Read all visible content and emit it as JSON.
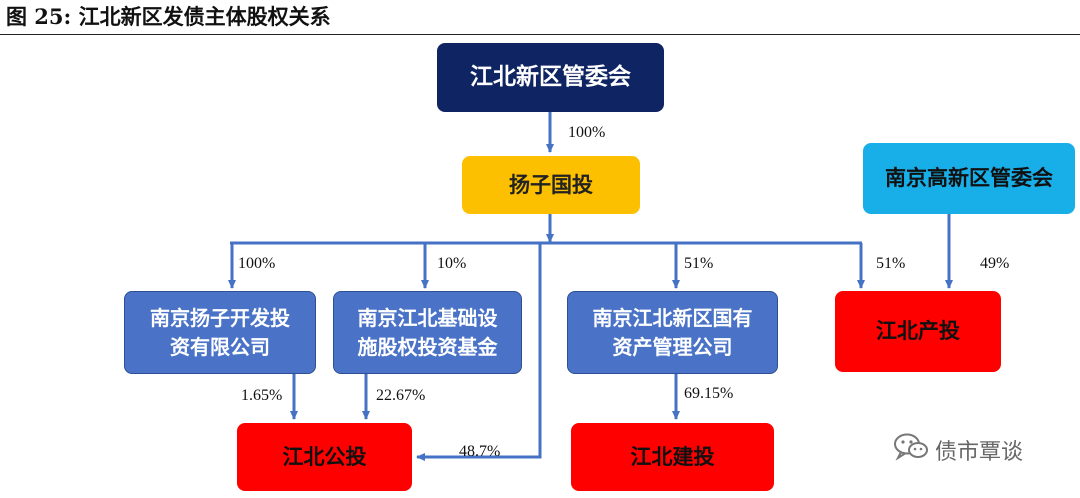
{
  "figure": {
    "title": "图 25:  江北新区发债主体股权关系"
  },
  "nodes": {
    "jbxq_gwh": "江北新区管委会",
    "yzgt": "扬子国投",
    "njgx_gwh": "南京高新区管委会",
    "yzkf_l1": "南京扬子开发投",
    "yzkf_l2": "资有限公司",
    "jbjc_l1": "南京江北基础设",
    "jbjc_l2": "施股权投资基金",
    "jbgy_l1": "南京江北新区国有",
    "jbgy_l2": "资产管理公司",
    "jbct": "江北产投",
    "jbgt": "江北公投",
    "jbjt": "江北建投"
  },
  "edges": {
    "gwh_to_yzgt": "100%",
    "yzgt_to_yzkf": "100%",
    "yzgt_to_jbjc": "10%",
    "yzgt_to_jbgy": "51%",
    "yzgt_to_jbct": "51%",
    "gxq_to_jbct": "49%",
    "yzkf_to_jbgt": "1.65%",
    "jbjc_to_jbgt": "22.67%",
    "jbgy_to_jbjt": "69.15%",
    "yzgt_to_jbgt": "48.7%"
  },
  "watermark": {
    "text": "债市覃谈",
    "icon": "wechat-icon"
  },
  "colors": {
    "navy": "#0f2462",
    "gold": "#fdc000",
    "cyan": "#18aee8",
    "steel_blue": "#4a73c8",
    "red": "#fe0000",
    "connector": "#4472c4"
  }
}
